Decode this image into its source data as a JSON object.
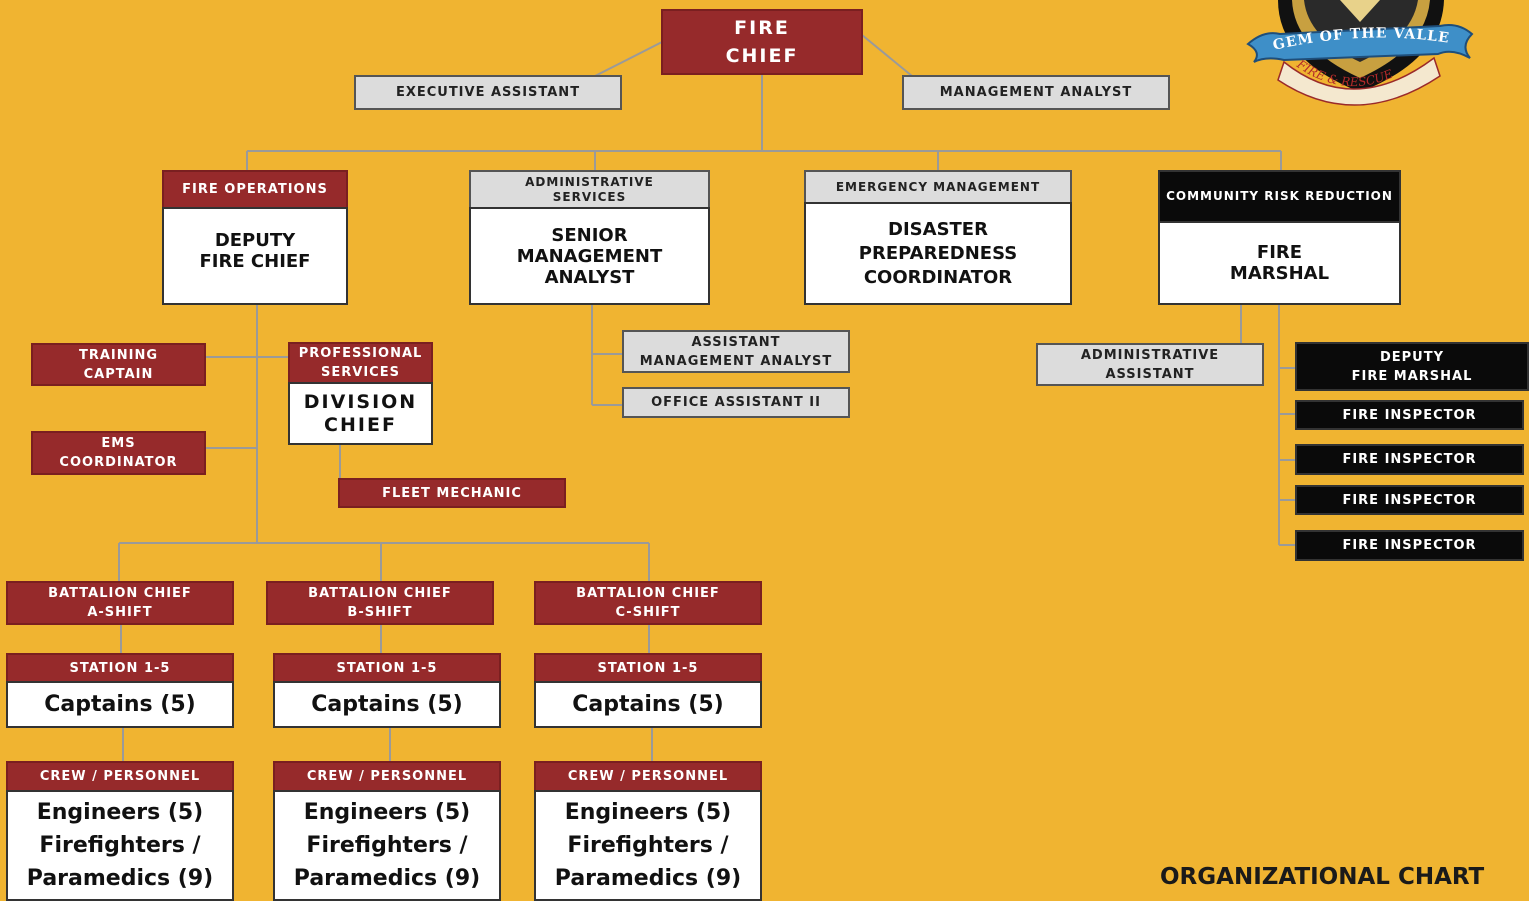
{
  "fire_chief": "FIRE\nCHIEF",
  "executive_assistant": "EXECUTIVE ASSISTANT",
  "management_analyst": "MANAGEMENT ANALYST",
  "fire_operations": {
    "header": "FIRE OPERATIONS",
    "title": "DEPUTY\nFIRE CHIEF"
  },
  "administrative_services": {
    "header": "ADMINISTRATIVE\nSERVICES",
    "title": "SENIOR\nMANAGEMENT\nANALYST"
  },
  "emergency_management": {
    "header": "EMERGENCY MANAGEMENT",
    "title": "DISASTER\nPREPAREDNESS\nCOORDINATOR"
  },
  "community_risk_reduction": {
    "header": "COMMUNITY RISK REDUCTION",
    "title": "FIRE\nMARSHAL"
  },
  "training_captain": "TRAINING\nCAPTAIN",
  "ems_coordinator": "EMS\nCOORDINATOR",
  "professional_services": {
    "header": "PROFESSIONAL\nSERVICES",
    "title": "DIVISION\nCHIEF"
  },
  "fleet_mechanic": "FLEET MECHANIC",
  "assistant_management_analyst": "ASSISTANT\nMANAGEMENT ANALYST",
  "office_assistant": "OFFICE ASSISTANT II",
  "administrative_assistant": "ADMINISTRATIVE\nASSISTANT",
  "deputy_fire_marshal": "DEPUTY\nFIRE MARSHAL",
  "fire_inspectors": [
    "FIRE INSPECTOR",
    "FIRE INSPECTOR",
    "FIRE INSPECTOR",
    "FIRE INSPECTOR"
  ],
  "shifts": [
    {
      "battalion": "BATTALION CHIEF\nA-SHIFT",
      "station_header": "STATION 1-5",
      "captains": "Captains (5)",
      "crew_header": "CREW / PERSONNEL",
      "crew": "Engineers (5)\nFirefighters /\nParamedics (9)"
    },
    {
      "battalion": "BATTALION CHIEF\nB-SHIFT",
      "station_header": "STATION 1-5",
      "captains": "Captains (5)",
      "crew_header": "CREW / PERSONNEL",
      "crew": "Engineers (5)\nFirefighters /\nParamedics (9)"
    },
    {
      "battalion": "BATTALION CHIEF\nC-SHIFT",
      "station_header": "STATION 1-5",
      "captains": "Captains (5)",
      "crew_header": "CREW / PERSONNEL",
      "crew": "Engineers (5)\nFirefighters /\nParamedics (9)"
    }
  ],
  "logo": {
    "banner_text": "GEM OF THE VALLEY",
    "ribbon_text": "FIRE & RESCUE"
  },
  "chart_title": "ORGANIZATIONAL CHART",
  "colors": {
    "background": "#F0B431",
    "red": "#962A2B",
    "gray": "#DCDCDC",
    "black": "#0A0A0A",
    "line": "#9A9A9A"
  }
}
